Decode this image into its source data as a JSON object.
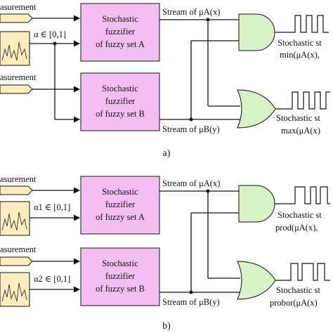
{
  "colors": {
    "fuzzifier_fill": "#f4bff0",
    "gate_fill": "#d6f2c6",
    "sensor_fill": "#fbedbe",
    "wire": "#111111"
  },
  "panel_a": {
    "inputs": [
      {
        "label": "asurement"
      },
      {
        "label": "asurement"
      }
    ],
    "alpha_label": "α ∈ [0,1]",
    "fuzzifier_a": {
      "line1": "Stochastic",
      "line2": "fuzzifier",
      "line3": "of fuzzy set A"
    },
    "fuzzifier_b": {
      "line1": "Stochastic",
      "line2": "fuzzifier",
      "line3": "of fuzzy set B"
    },
    "stream_a": "Stream of μA(x)",
    "stream_b": "Stream of μB(y)",
    "out_and": {
      "line1": "Stochastic st",
      "line2": "min(μA(x),",
      "gate": "AND"
    },
    "out_or": {
      "line1": "Stochastic st",
      "line2": "max(μA(x)",
      "gate": "OR"
    },
    "caption": "a)"
  },
  "panel_b": {
    "inputs": [
      {
        "label": "asurement"
      },
      {
        "label": "asurement"
      }
    ],
    "alpha1_label": "α1 ∈ [0,1]",
    "alpha2_label": "α2 ∈ [0,1]",
    "fuzzifier_a": {
      "line1": "Stochastic",
      "line2": "fuzzifier",
      "line3": "of fuzzy set A"
    },
    "fuzzifier_b": {
      "line1": "Stochastic",
      "line2": "fuzzifier",
      "line3": "of fuzzy set B"
    },
    "stream_a": "Stream of μA(x)",
    "stream_b": "Stream of μB(y)",
    "out_and": {
      "line1": "Stochastic st",
      "line2": "prod(μA(x),",
      "gate": "AND"
    },
    "out_or": {
      "line1": "Stochastic st",
      "line2": "probor(μA(x)",
      "gate": "OR"
    },
    "caption": "b)"
  }
}
